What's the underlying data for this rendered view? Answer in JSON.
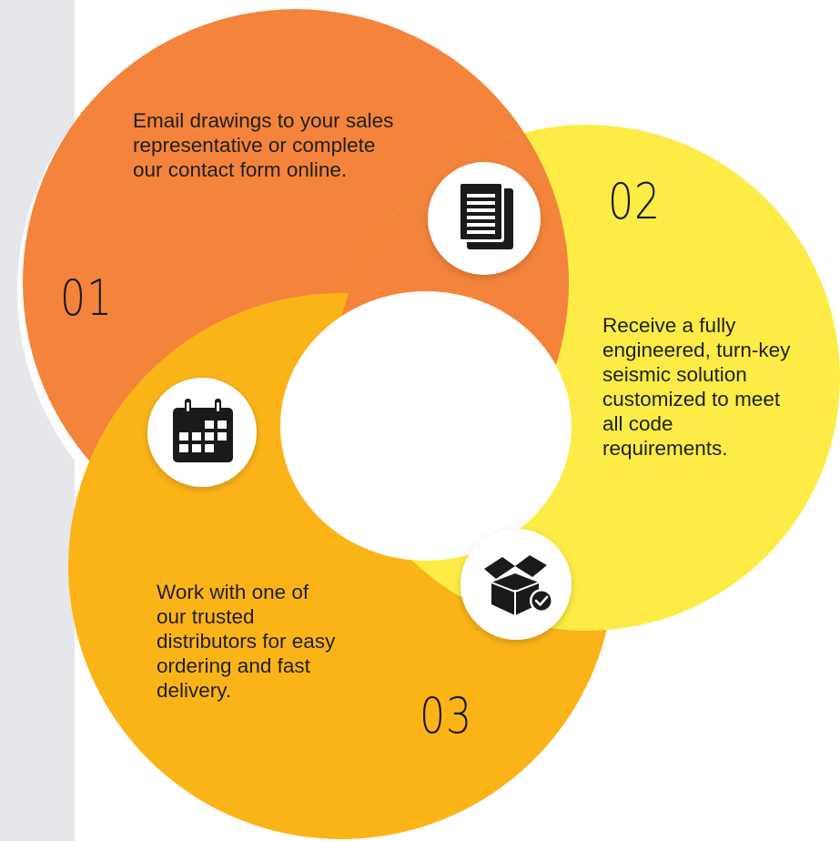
{
  "steps": [
    {
      "number": "01",
      "text": "Email drawings to your sales representative or complete our contact form online.",
      "icon": "document-icon",
      "color": "#f4843c"
    },
    {
      "number": "02",
      "text": "Receive a fully engineered, turn-key seismic solution customized to meet all code requirements.",
      "icon": "box-check-icon",
      "color": "#fdec45"
    },
    {
      "number": "03",
      "text": "Work with one of our trusted distributors for easy ordering and fast delivery.",
      "icon": "calendar-icon",
      "color": "#fbb418"
    }
  ],
  "colors": {
    "sidebar": "#e6e7eb",
    "icon_badge": "#ffffff",
    "icon_fill": "#1a1a1a",
    "text": "#1f1f1f"
  }
}
